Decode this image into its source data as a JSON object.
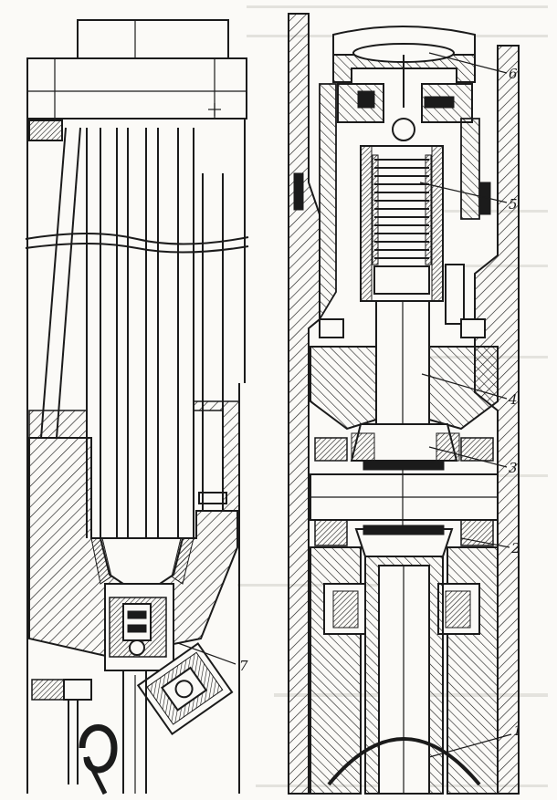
{
  "figure": {
    "callouts": [
      {
        "id": "7",
        "label": "7"
      },
      {
        "id": "6",
        "label": "6"
      },
      {
        "id": "5",
        "label": "5"
      },
      {
        "id": "4",
        "label": "4"
      },
      {
        "id": "3",
        "label": "3"
      },
      {
        "id": "2",
        "label": "2"
      },
      {
        "id": "1",
        "label": "1"
      }
    ]
  },
  "colors": {
    "ink": "#1b1b1b",
    "paper": "#fbfaf7",
    "bleed_text": "#b9b6ae"
  }
}
